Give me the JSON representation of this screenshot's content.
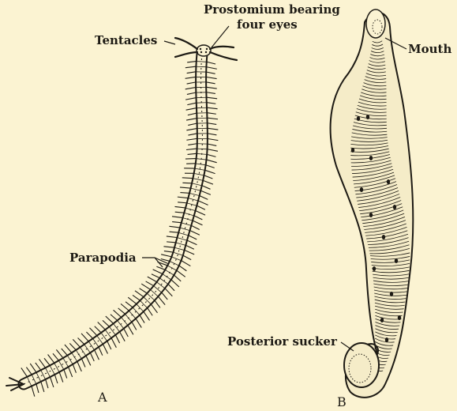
{
  "labels": {
    "tentacles": "Tentacles",
    "prostomium_line1": "Prostomium bearing",
    "prostomium_line2": "four eyes",
    "parapodia": "Parapodia",
    "mouth": "Mouth",
    "posterior_sucker": "Posterior sucker",
    "panel_a": "A",
    "panel_b": "B"
  },
  "colors": {
    "background": "#fbf3d2",
    "ink": "#1d1a14",
    "leech_fill": "#f5ecc8"
  }
}
